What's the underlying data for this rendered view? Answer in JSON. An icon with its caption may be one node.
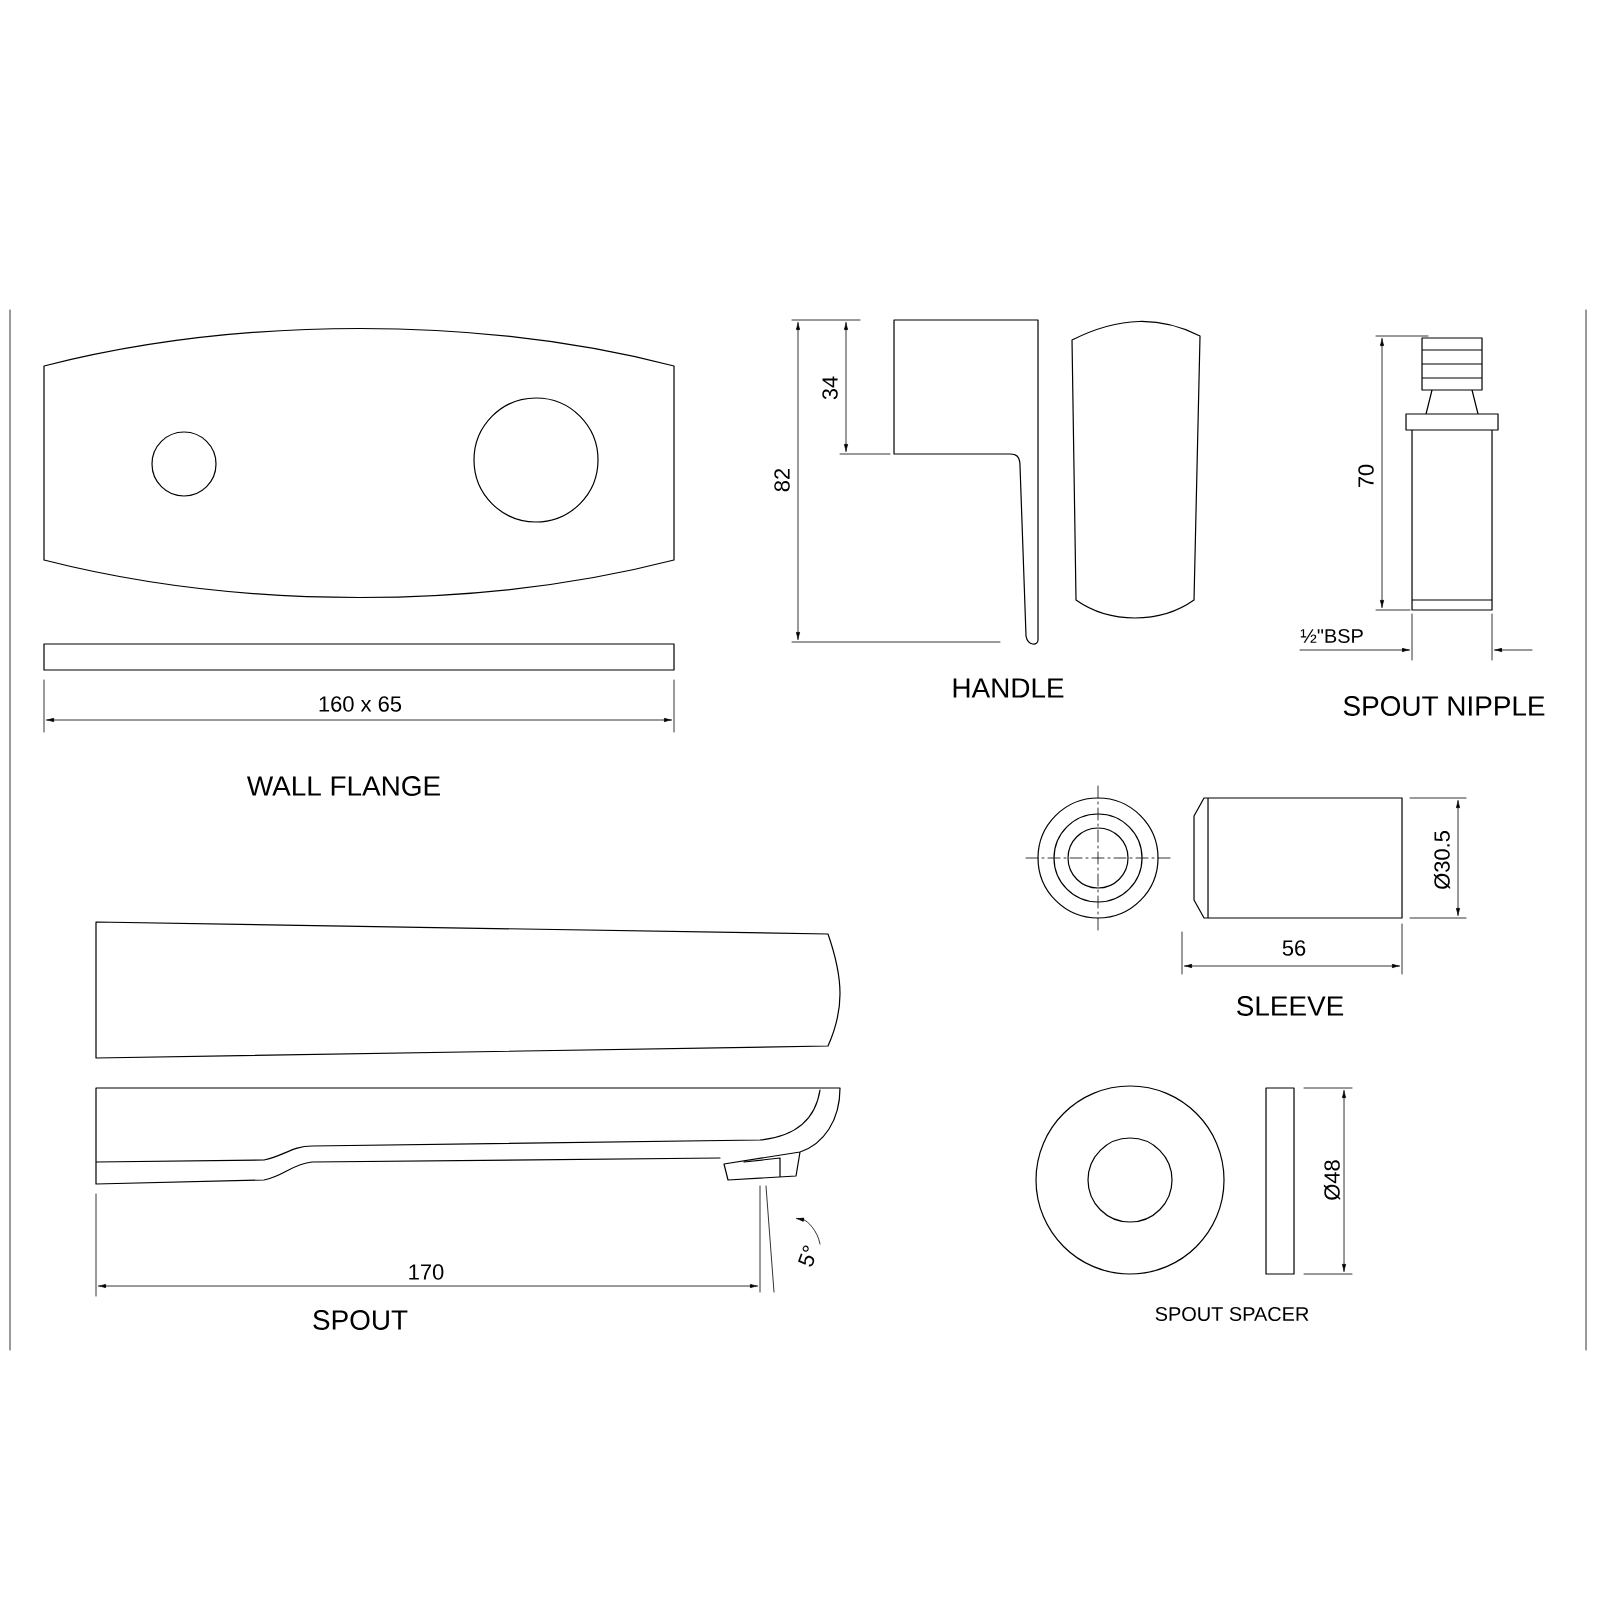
{
  "diagram": {
    "labels": [
      "82",
      "34",
      "70",
      "160 x 65",
      "WALL FLANGE",
      "HANDLE",
      "½\"BSP",
      "SPOUT NIPPLE",
      "Ø30.5",
      "56",
      "SLEEVE",
      "170",
      "5°",
      "SPOUT",
      "Ø48",
      "SPOUT SPACER"
    ]
  }
}
